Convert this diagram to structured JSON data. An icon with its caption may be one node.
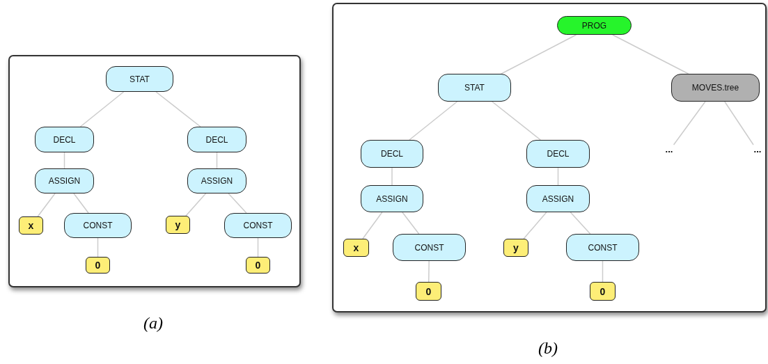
{
  "diagram": {
    "nodes": [
      {
        "text": [],
        "shape": "box",
        "beside": [
          "(a)"
        ]
      },
      {
        "text": [
          "STAT"
        ],
        "in": 0
      },
      {
        "text": [
          "DECL"
        ],
        "in": 0
      },
      {
        "text": [
          "ASSIGN"
        ],
        "in": 0
      },
      {
        "text": [
          "x"
        ],
        "in": 0
      },
      {
        "text": [
          "CONST"
        ],
        "in": 0
      },
      {
        "text": [
          "0"
        ],
        "in": 0
      },
      {
        "text": [
          "DECL"
        ],
        "in": 0
      },
      {
        "text": [
          "ASSIGN"
        ],
        "in": 0
      },
      {
        "text": [
          "y"
        ],
        "in": 0
      },
      {
        "text": [
          "CONST"
        ],
        "in": 0
      },
      {
        "text": [
          "0"
        ],
        "in": 0
      },
      {
        "text": [],
        "shape": "box",
        "beside": [
          "(b)"
        ]
      },
      {
        "text": [
          "PROG"
        ],
        "in": 12
      },
      {
        "text": [
          "STAT"
        ],
        "in": 12
      },
      {
        "text": [
          "MOVES.tree"
        ],
        "in": 12
      },
      {
        "text": [
          "DECL"
        ],
        "in": 12
      },
      {
        "text": [
          "ASSIGN"
        ],
        "in": 12
      },
      {
        "text": [
          "x"
        ],
        "in": 12
      },
      {
        "text": [
          "CONST"
        ],
        "in": 12
      },
      {
        "text": [
          "0"
        ],
        "in": 12
      },
      {
        "text": [
          "DECL"
        ],
        "in": 12
      },
      {
        "text": [
          "ASSIGN"
        ],
        "in": 12
      },
      {
        "text": [
          "y"
        ],
        "in": 12
      },
      {
        "text": [
          "CONST"
        ],
        "in": 12
      },
      {
        "text": [
          "0"
        ],
        "in": 12
      },
      {
        "text": [
          "..."
        ],
        "in": 12
      },
      {
        "text": [
          "..."
        ],
        "in": 12
      }
    ],
    "edges": [
      {
        "from": 1,
        "to": 2,
        "arrow": "none"
      },
      {
        "from": 1,
        "to": 7,
        "arrow": "none"
      },
      {
        "from": 2,
        "to": 3,
        "arrow": "none"
      },
      {
        "from": 3,
        "to": 4,
        "arrow": "none"
      },
      {
        "from": 3,
        "to": 5,
        "arrow": "none"
      },
      {
        "from": 5,
        "to": 6,
        "arrow": "none"
      },
      {
        "from": 7,
        "to": 8,
        "arrow": "none"
      },
      {
        "from": 8,
        "to": 9,
        "arrow": "none"
      },
      {
        "from": 8,
        "to": 10,
        "arrow": "none"
      },
      {
        "from": 10,
        "to": 11,
        "arrow": "none"
      },
      {
        "from": 13,
        "to": 14,
        "arrow": "none"
      },
      {
        "from": 13,
        "to": 15,
        "arrow": "none"
      },
      {
        "from": 14,
        "to": 16,
        "arrow": "none"
      },
      {
        "from": 14,
        "to": 21,
        "arrow": "none"
      },
      {
        "from": 16,
        "to": 17,
        "arrow": "none"
      },
      {
        "from": 17,
        "to": 18,
        "arrow": "none"
      },
      {
        "from": 17,
        "to": 19,
        "arrow": "none"
      },
      {
        "from": 19,
        "to": 20,
        "arrow": "none"
      },
      {
        "from": 21,
        "to": 22,
        "arrow": "none"
      },
      {
        "from": 22,
        "to": 23,
        "arrow": "none"
      },
      {
        "from": 22,
        "to": 24,
        "arrow": "none"
      },
      {
        "from": 24,
        "to": 25,
        "arrow": "none"
      },
      {
        "from": 15,
        "to": 26,
        "arrow": "none"
      },
      {
        "from": 15,
        "to": 27,
        "arrow": "none"
      }
    ]
  }
}
